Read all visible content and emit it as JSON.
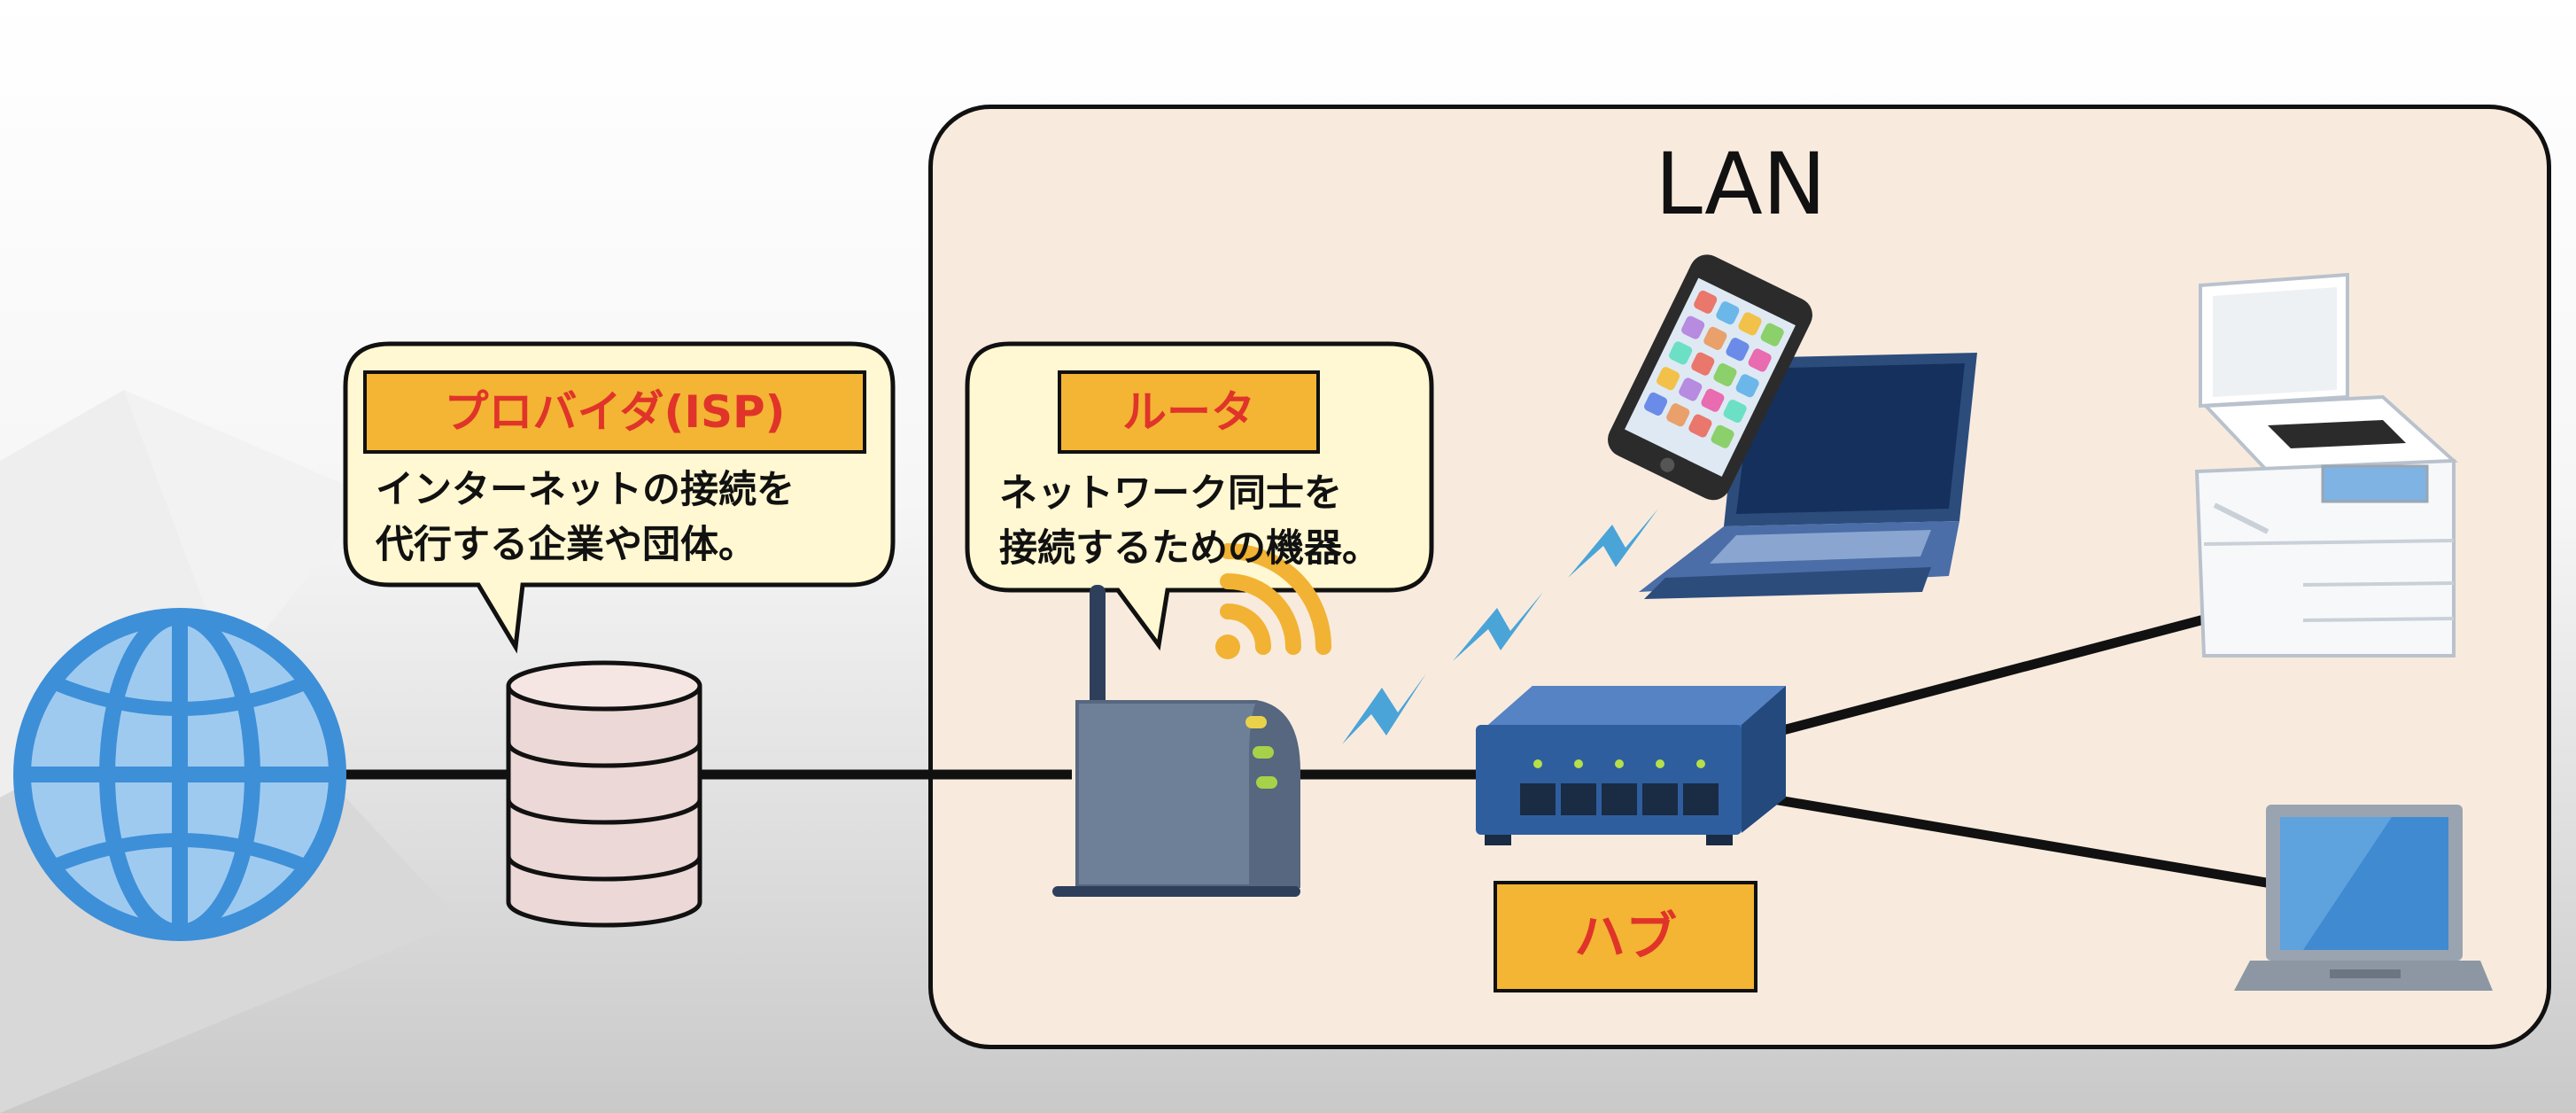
{
  "lan": {
    "title": "LAN"
  },
  "isp": {
    "label": "プロバイダ(ISP)",
    "description_line1": "インターネットの接続を",
    "description_line2": "代行する企業や団体。"
  },
  "router": {
    "label": "ルータ",
    "description_line1": "ネットワーク同士を",
    "description_line2": "接続するための機器。"
  },
  "hub": {
    "label": "ハブ"
  },
  "icons": [
    "globe-icon",
    "isp-server-icon",
    "wifi-router-icon",
    "wifi-signal-icon",
    "lightning-icon",
    "smartphone-icon",
    "laptop-icon",
    "network-hub-icon",
    "multifunction-printer-icon",
    "notebook-pc-icon"
  ],
  "colors": {
    "lan_background": "#f8ebde",
    "bubble_background": "#fff8d2",
    "label_background": "#f3b533",
    "label_text": "#e0342a",
    "globe": "#3d8fd8",
    "router": "#6e7f98",
    "hub": "#2f5e9e",
    "wifi": "#f2b233",
    "lightning": "#4aa4d8"
  }
}
